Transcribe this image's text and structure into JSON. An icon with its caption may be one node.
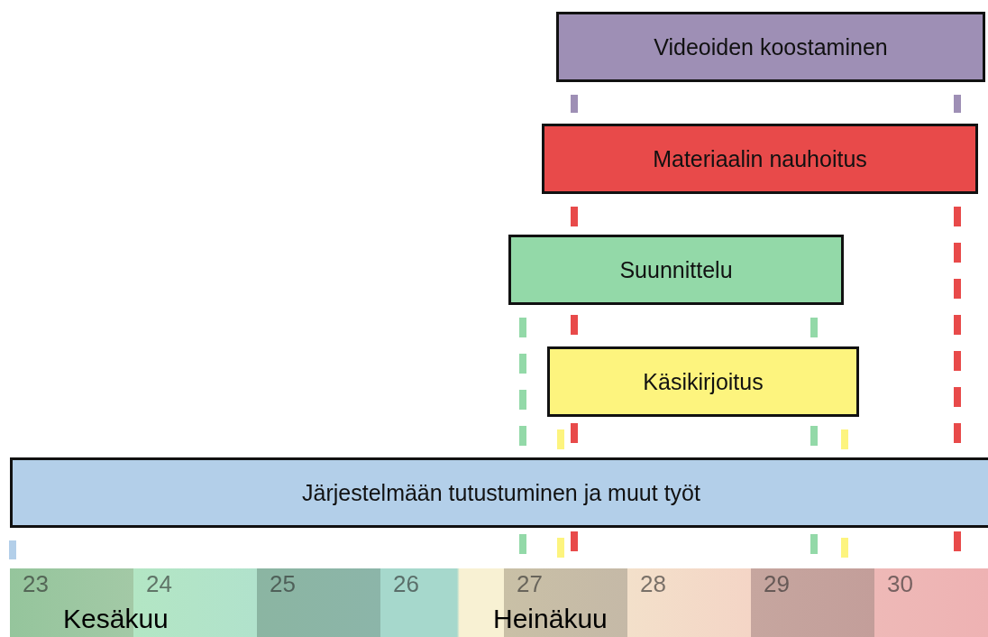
{
  "diagram": {
    "nodes": [
      {
        "text": [
          "Videoiden koostaminen"
        ]
      },
      {
        "text": [
          "Materiaalin nauhoitus"
        ]
      },
      {
        "text": [
          "Suunnittelu"
        ]
      },
      {
        "text": [
          "Käsikirjoitus"
        ]
      },
      {
        "text": [
          "Järjestelmään tutustuminen ja muut työt"
        ]
      },
      {
        "text": [
          "23"
        ]
      },
      {
        "text": [
          "24"
        ]
      },
      {
        "text": [
          "25"
        ]
      },
      {
        "text": [
          "26"
        ]
      },
      {
        "text": [
          "27"
        ]
      },
      {
        "text": [
          "28"
        ]
      },
      {
        "text": [
          "29"
        ]
      },
      {
        "text": [
          "30"
        ]
      }
    ],
    "edges": [],
    "labels": [
      "Kesäkuu",
      "Heinäkuu"
    ]
  }
}
